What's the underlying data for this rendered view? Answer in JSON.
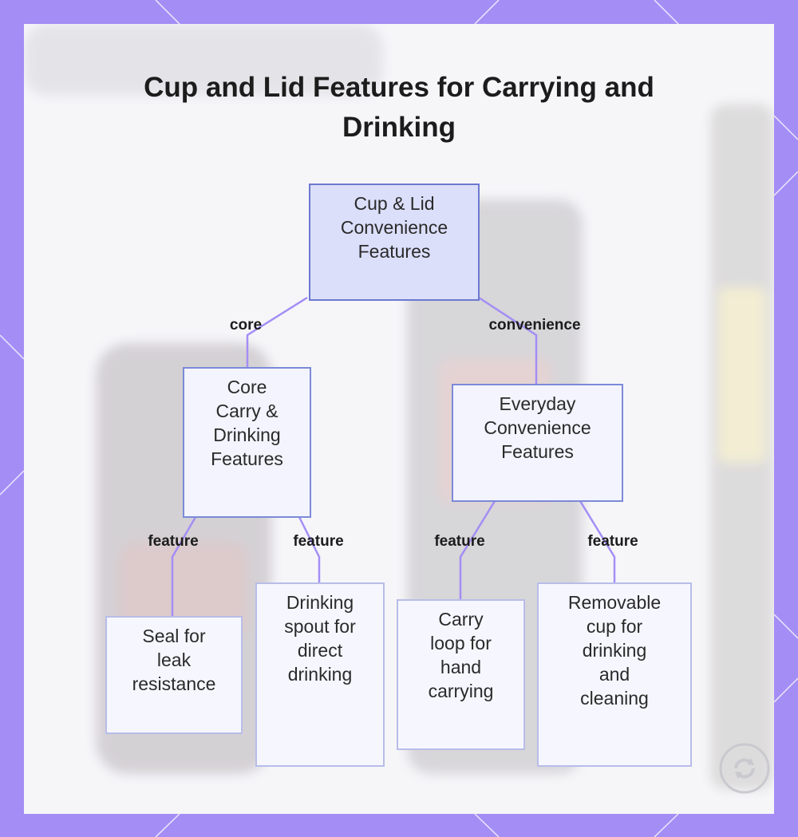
{
  "title": "Cup and Lid Features for Carrying and Drinking",
  "diagram": {
    "root": {
      "label": "Cup & Lid\nConvenience\nFeatures"
    },
    "branches": [
      {
        "edge_label": "core",
        "label": "Core\nCarry &\nDrinking\nFeatures",
        "children": [
          {
            "edge_label": "feature",
            "label": "Seal for\nleak\nresistance"
          },
          {
            "edge_label": "feature",
            "label": "Drinking\nspout for\ndirect\ndrinking"
          }
        ]
      },
      {
        "edge_label": "convenience",
        "label": "Everyday\nConvenience\nFeatures",
        "children": [
          {
            "edge_label": "feature",
            "label": "Carry\nloop for\nhand\ncarrying"
          },
          {
            "edge_label": "feature",
            "label": "Removable\ncup for\ndrinking\nand\ncleaning"
          }
        ]
      }
    ]
  },
  "colors": {
    "frame": "#a48ef5",
    "node_border": "#7b8ad8",
    "root_fill": "#dcdffa",
    "edge": "#a48ef5"
  },
  "icons": {
    "corner_logo": "refresh-logo-icon"
  }
}
